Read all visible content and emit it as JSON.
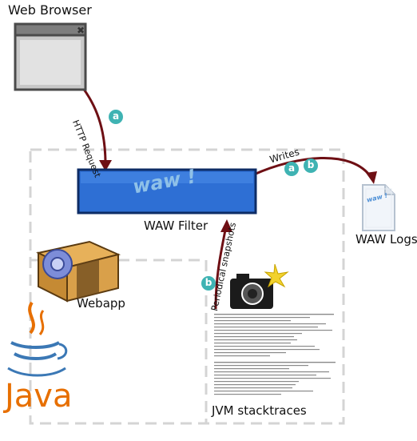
{
  "labels": {
    "web_browser": "Web Browser",
    "http_request": "HTTP Request",
    "writes": "Writes",
    "waw_filter": "WAW Filter",
    "waw_logs": "WAW Logs",
    "webapp": "Webapp",
    "periodical_snapshots": "Periodical snapshots",
    "jvm_stacktraces": "JVM stacktraces",
    "java": "Java",
    "waw_logo": "waw !",
    "log_logo": "waw !"
  },
  "badges": {
    "http": "a",
    "writes_a": "a",
    "writes_b": "b",
    "snapshots": "b"
  },
  "colors": {
    "arrow": "#6e0f14",
    "badge": "#3fb3b3",
    "filter_blue": "#2e6fd4",
    "dashed_border": "#d4d4d4",
    "java_orange": "#e76f00"
  }
}
